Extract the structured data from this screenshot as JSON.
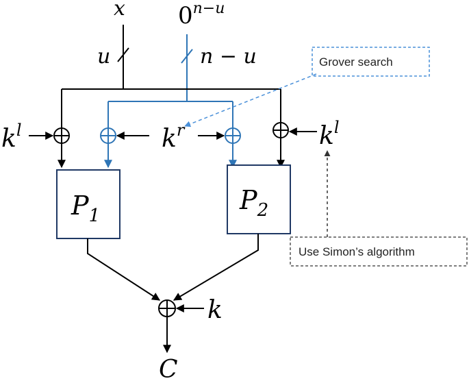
{
  "labels": {
    "x": "x",
    "zero_base": "0",
    "zero_exp": "n−u",
    "u": "u",
    "n_minus_u": "n − u",
    "kl_base": "k",
    "kl_exp": "l",
    "kr_base": "k",
    "kr_exp": "r",
    "p_base": "P",
    "p1_sub": "1",
    "p2_sub": "2",
    "k": "k",
    "c": "C"
  },
  "callouts": {
    "grover": "Grover search",
    "simon": "Use Simon’s algorithm"
  },
  "colors": {
    "classical": "#000000",
    "quantum": "#2E75B6",
    "box_border": "#1F3864",
    "callout_blue": "#4A90D9",
    "callout_gray": "#555555"
  }
}
